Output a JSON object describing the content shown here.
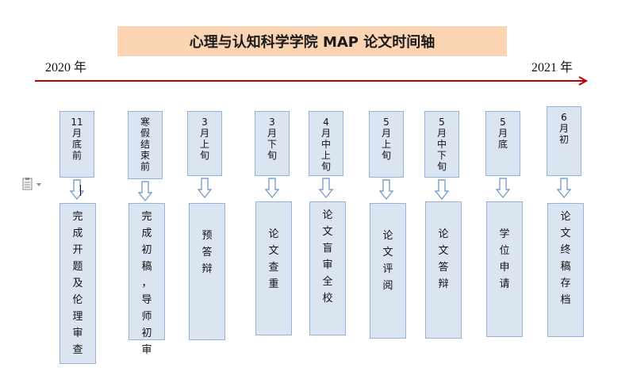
{
  "title": "心理与认知科学学院 MAP 论文时间轴",
  "years": {
    "start": "2020 年",
    "end": "2021 年"
  },
  "colors": {
    "title_bg": "#fbd4b4",
    "box_fill": "#dbe5f1",
    "box_border": "#95b3d7",
    "timeline": "#c00000"
  },
  "icons": {
    "side": "paste-options-icon",
    "connector": "hollow-down-arrow-icon"
  },
  "steps": [
    {
      "date": "11\n月\n底\n前",
      "task": "完\n成\n开\n题\n及\n伦\n理\n审\n查"
    },
    {
      "date": "寒\n假\n结\n束\n前",
      "task": "完\n成\n初\n稿\n，\n导\n师\n初\n审"
    },
    {
      "date": "3\n月\n上\n旬",
      "task": "预\n答\n辩"
    },
    {
      "date": "3\n月\n下\n旬",
      "task": "论\n文\n查\n重"
    },
    {
      "date": "4\n月\n中\n上\n旬",
      "task": "论\n文\n盲\n审\n全\n校"
    },
    {
      "date": "5\n月\n上\n旬",
      "task": "论\n文\n评\n阅"
    },
    {
      "date": "5\n月\n中\n下\n旬",
      "task": "论\n文\n答\n辩"
    },
    {
      "date": "5\n月\n底",
      "task": "学\n位\n申\n请"
    },
    {
      "date": "6\n月\n初",
      "task": "论\n文\n终\n稿\n存\n档"
    }
  ]
}
